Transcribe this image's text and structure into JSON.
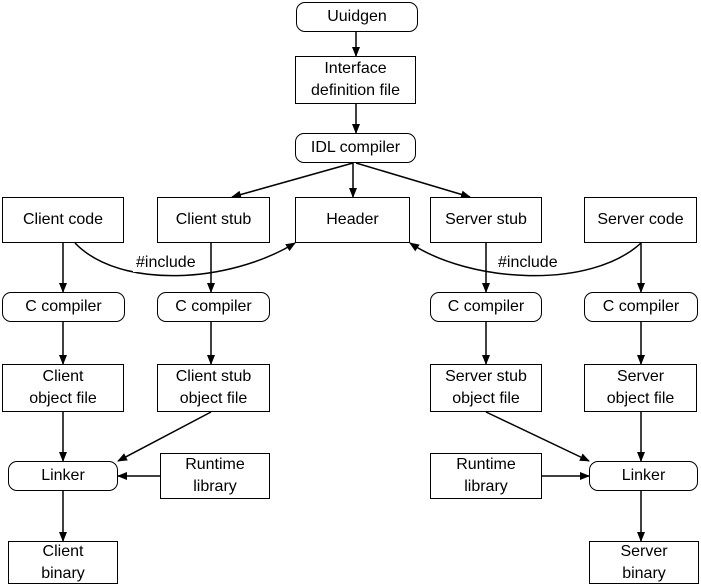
{
  "nodes": {
    "uuidgen": [
      "Uuidgen"
    ],
    "idl_file": [
      "Interface",
      "definition file"
    ],
    "idl_compiler": [
      "IDL compiler"
    ],
    "client_code": [
      "Client code"
    ],
    "client_stub": [
      "Client stub"
    ],
    "header": [
      "Header"
    ],
    "server_stub": [
      "Server stub"
    ],
    "server_code": [
      "Server code"
    ],
    "c_compiler_1": [
      "C compiler"
    ],
    "c_compiler_2": [
      "C compiler"
    ],
    "c_compiler_3": [
      "C compiler"
    ],
    "c_compiler_4": [
      "C compiler"
    ],
    "client_obj": [
      "Client",
      "object file"
    ],
    "client_stub_obj": [
      "Client stub",
      "object file"
    ],
    "server_stub_obj": [
      "Server stub",
      "object file"
    ],
    "server_obj": [
      "Server",
      "object file"
    ],
    "linker_client": [
      "Linker"
    ],
    "linker_server": [
      "Linker"
    ],
    "runtime_left": [
      "Runtime",
      "library"
    ],
    "runtime_right": [
      "Runtime",
      "library"
    ],
    "client_binary": [
      "Client",
      "binary"
    ],
    "server_binary": [
      "Server",
      "binary"
    ]
  },
  "edge_labels": {
    "include_left": "#include",
    "include_right": "#include"
  }
}
